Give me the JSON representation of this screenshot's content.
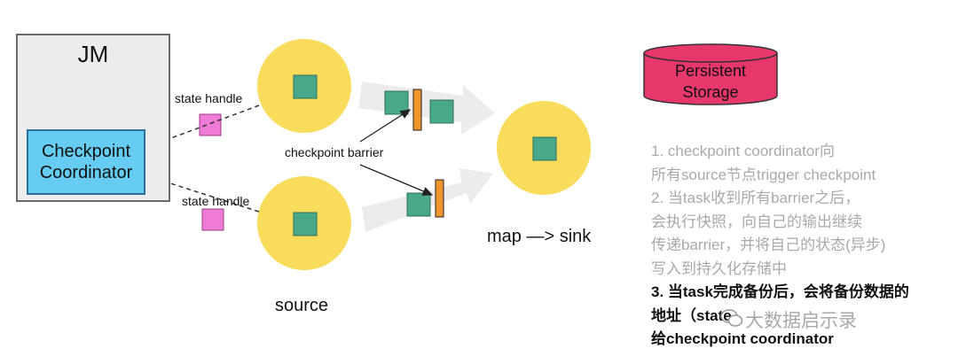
{
  "jm": {
    "title": "JM",
    "coordinator": "Checkpoint\nCoordinator"
  },
  "labels": {
    "state_handle_top": "state handle",
    "state_handle_bottom": "state handle",
    "checkpoint_barrier": "checkpoint barrier",
    "source": "source",
    "map_sink": "map —> sink"
  },
  "storage": {
    "label": "Persistent\nStorage"
  },
  "notes": [
    {
      "text": "1. checkpoint coordinator向",
      "bold": false
    },
    {
      "text": "所有source节点trigger checkpoint",
      "bold": false
    },
    {
      "text": "2. 当task收到所有barrier之后，",
      "bold": false
    },
    {
      "text": "会执行快照，向自己的输出继续",
      "bold": false
    },
    {
      "text": "传递barrier，并将自己的状态(异步)",
      "bold": false
    },
    {
      "text": "写入到持久化存储中",
      "bold": false
    },
    {
      "text": "3. 当task完成备份后，会将备份数据的",
      "bold": true
    },
    {
      "text": "地址（state",
      "bold": true
    },
    {
      "text": "给checkpoint coordinator",
      "bold": true
    }
  ],
  "watermark": "大数据启示录",
  "colors": {
    "node_yellow": "#f9dc5c",
    "record_green": "#4aa88a",
    "handle_pink": "#f07ad8",
    "barrier_orange": "#f0952c",
    "storage_red": "#e8386b",
    "coordinator_blue": "#66ccf2",
    "flow_grey": "#ececec"
  }
}
